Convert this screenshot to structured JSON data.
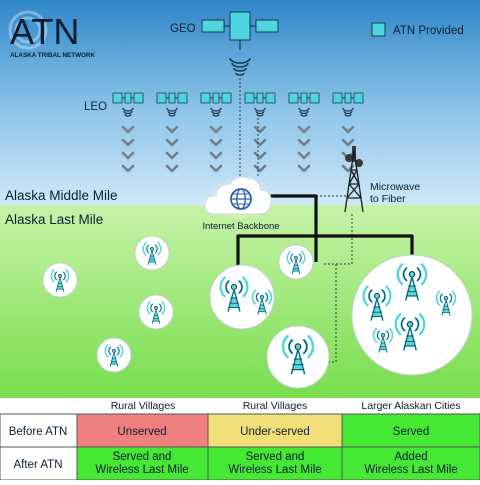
{
  "logo": {
    "main": "ATN",
    "sub": "ALASKA TRIBAL NETWORK"
  },
  "labels": {
    "geo": "GEO",
    "leo": "LEO",
    "middle_mile": "Alaska Middle Mile",
    "last_mile": "Alaska Last Mile",
    "backbone": "Internet Backbone",
    "microwave_line1": "Microwave",
    "microwave_line2": "to Fiber"
  },
  "legend": {
    "label": "ATN Provided",
    "color": "#4dd6e0"
  },
  "colors": {
    "sky_top": "#2f86c8",
    "sky_bottom": "#c9e6f7",
    "ground_top": "#bff3a0",
    "ground_bottom": "#7fe04c",
    "accent": "#4dd6e0",
    "unserved": "#f08080",
    "underserved": "#f3df7a",
    "served": "#45e832"
  },
  "table": {
    "headers": [
      "Rural Villages",
      "Rural Villages",
      "Larger Alaskan Cities"
    ],
    "rows": [
      {
        "label": "Before ATN",
        "cells": [
          "Unserved",
          "Under-served",
          "Served"
        ]
      },
      {
        "label": "After ATN",
        "cells": [
          "Served and\nWireless Last Mile",
          "Served and\nWireless Last Mile",
          "Added\nWireless Last Mile"
        ]
      }
    ]
  }
}
